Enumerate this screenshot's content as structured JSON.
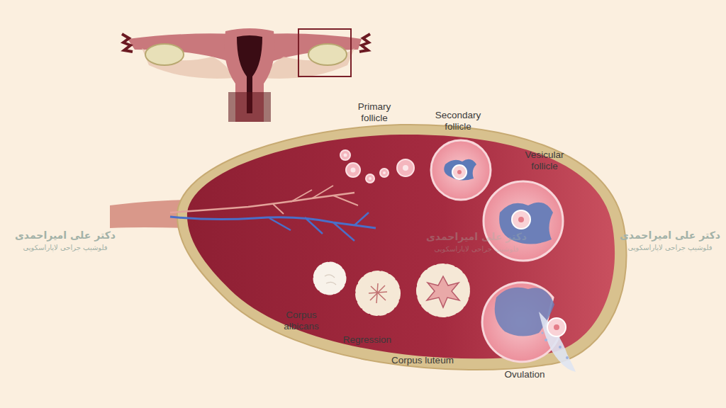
{
  "diagram": {
    "labels": [
      "Primary follicle",
      "Secondary follicle",
      "Vesicular follicle",
      "Corpus albicans",
      "Regression",
      "Corpus luteum",
      "Ovulation",
      "دکتر علی امیراحمدی",
      "فلوشیپ جراحی لاپاراسکوپی",
      "دکتر علی امیراحمدی",
      "فلوشیپ جراحی لاپاراسکوپی",
      "دکتر علی امیراحمدی",
      "فلوشیپ جراحی لاپاراسکوپی"
    ]
  }
}
